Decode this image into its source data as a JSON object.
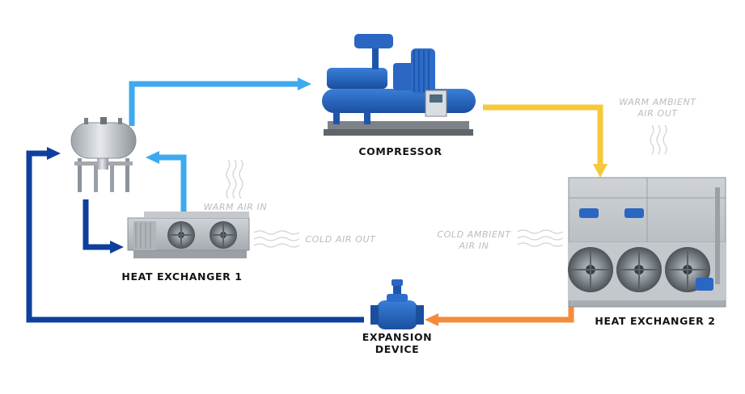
{
  "components": {
    "compressor": "COMPRESSOR",
    "heat_exchanger_1": "HEAT EXCHANGER 1",
    "heat_exchanger_2": "HEAT EXCHANGER 2",
    "expansion_device_line1": "EXPANSION",
    "expansion_device_line2": "DEVICE"
  },
  "ambient": {
    "warm_air_in": "WARM AIR IN",
    "cold_air_out": "COLD AIR OUT",
    "warm_ambient_line1": "WARM AMBIENT",
    "warm_ambient_line2": "AIR OUT",
    "cold_ambient_line1": "COLD AMBIENT",
    "cold_ambient_line2": "AIR IN"
  },
  "colors": {
    "light_blue": "#3ea9ee",
    "dark_blue": "#0e3f9c",
    "yellow": "#f6c93a",
    "orange": "#f58a3b",
    "equipment_blue": "#1f5fb8"
  }
}
